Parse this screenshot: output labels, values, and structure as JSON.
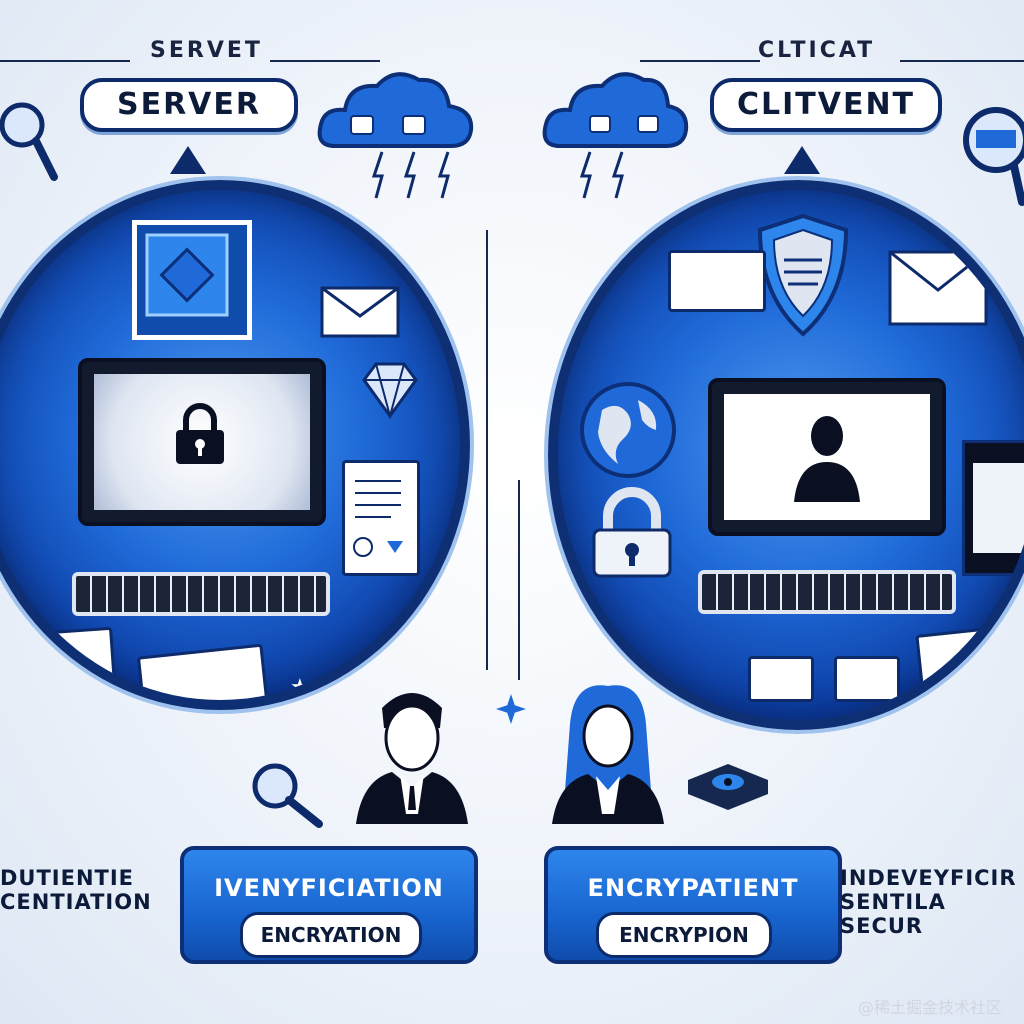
{
  "left": {
    "top_label": "SERVET",
    "pill": "SERVER",
    "side_text": [
      "DUTIENTIE",
      "CENTIATION"
    ],
    "banner_title": "IVENYFICIATION",
    "banner_sub": "ENCRYATION"
  },
  "right": {
    "top_label": "CLTICAT",
    "pill": "CLITVENT",
    "side_text": [
      "INDEVEYFICIR",
      "SENTILA SECUR"
    ],
    "banner_title": "ENCRYPATIENT",
    "banner_sub": "ENCRYPION"
  },
  "watermark": "@稀土掘金技术社区",
  "colors": {
    "primary": "#1f6ad8",
    "dark": "#0d2a6b",
    "accent": "#2e86ec",
    "background": "#eef3fa"
  },
  "icons": [
    "magnifier-icon",
    "cloud-icon",
    "lightning-icon",
    "chip-icon",
    "envelope-icon",
    "diamond-icon",
    "lock-icon",
    "certificate-icon",
    "shield-icon",
    "globe-icon",
    "user-avatar-icon",
    "padlock-icon",
    "key-icon"
  ]
}
